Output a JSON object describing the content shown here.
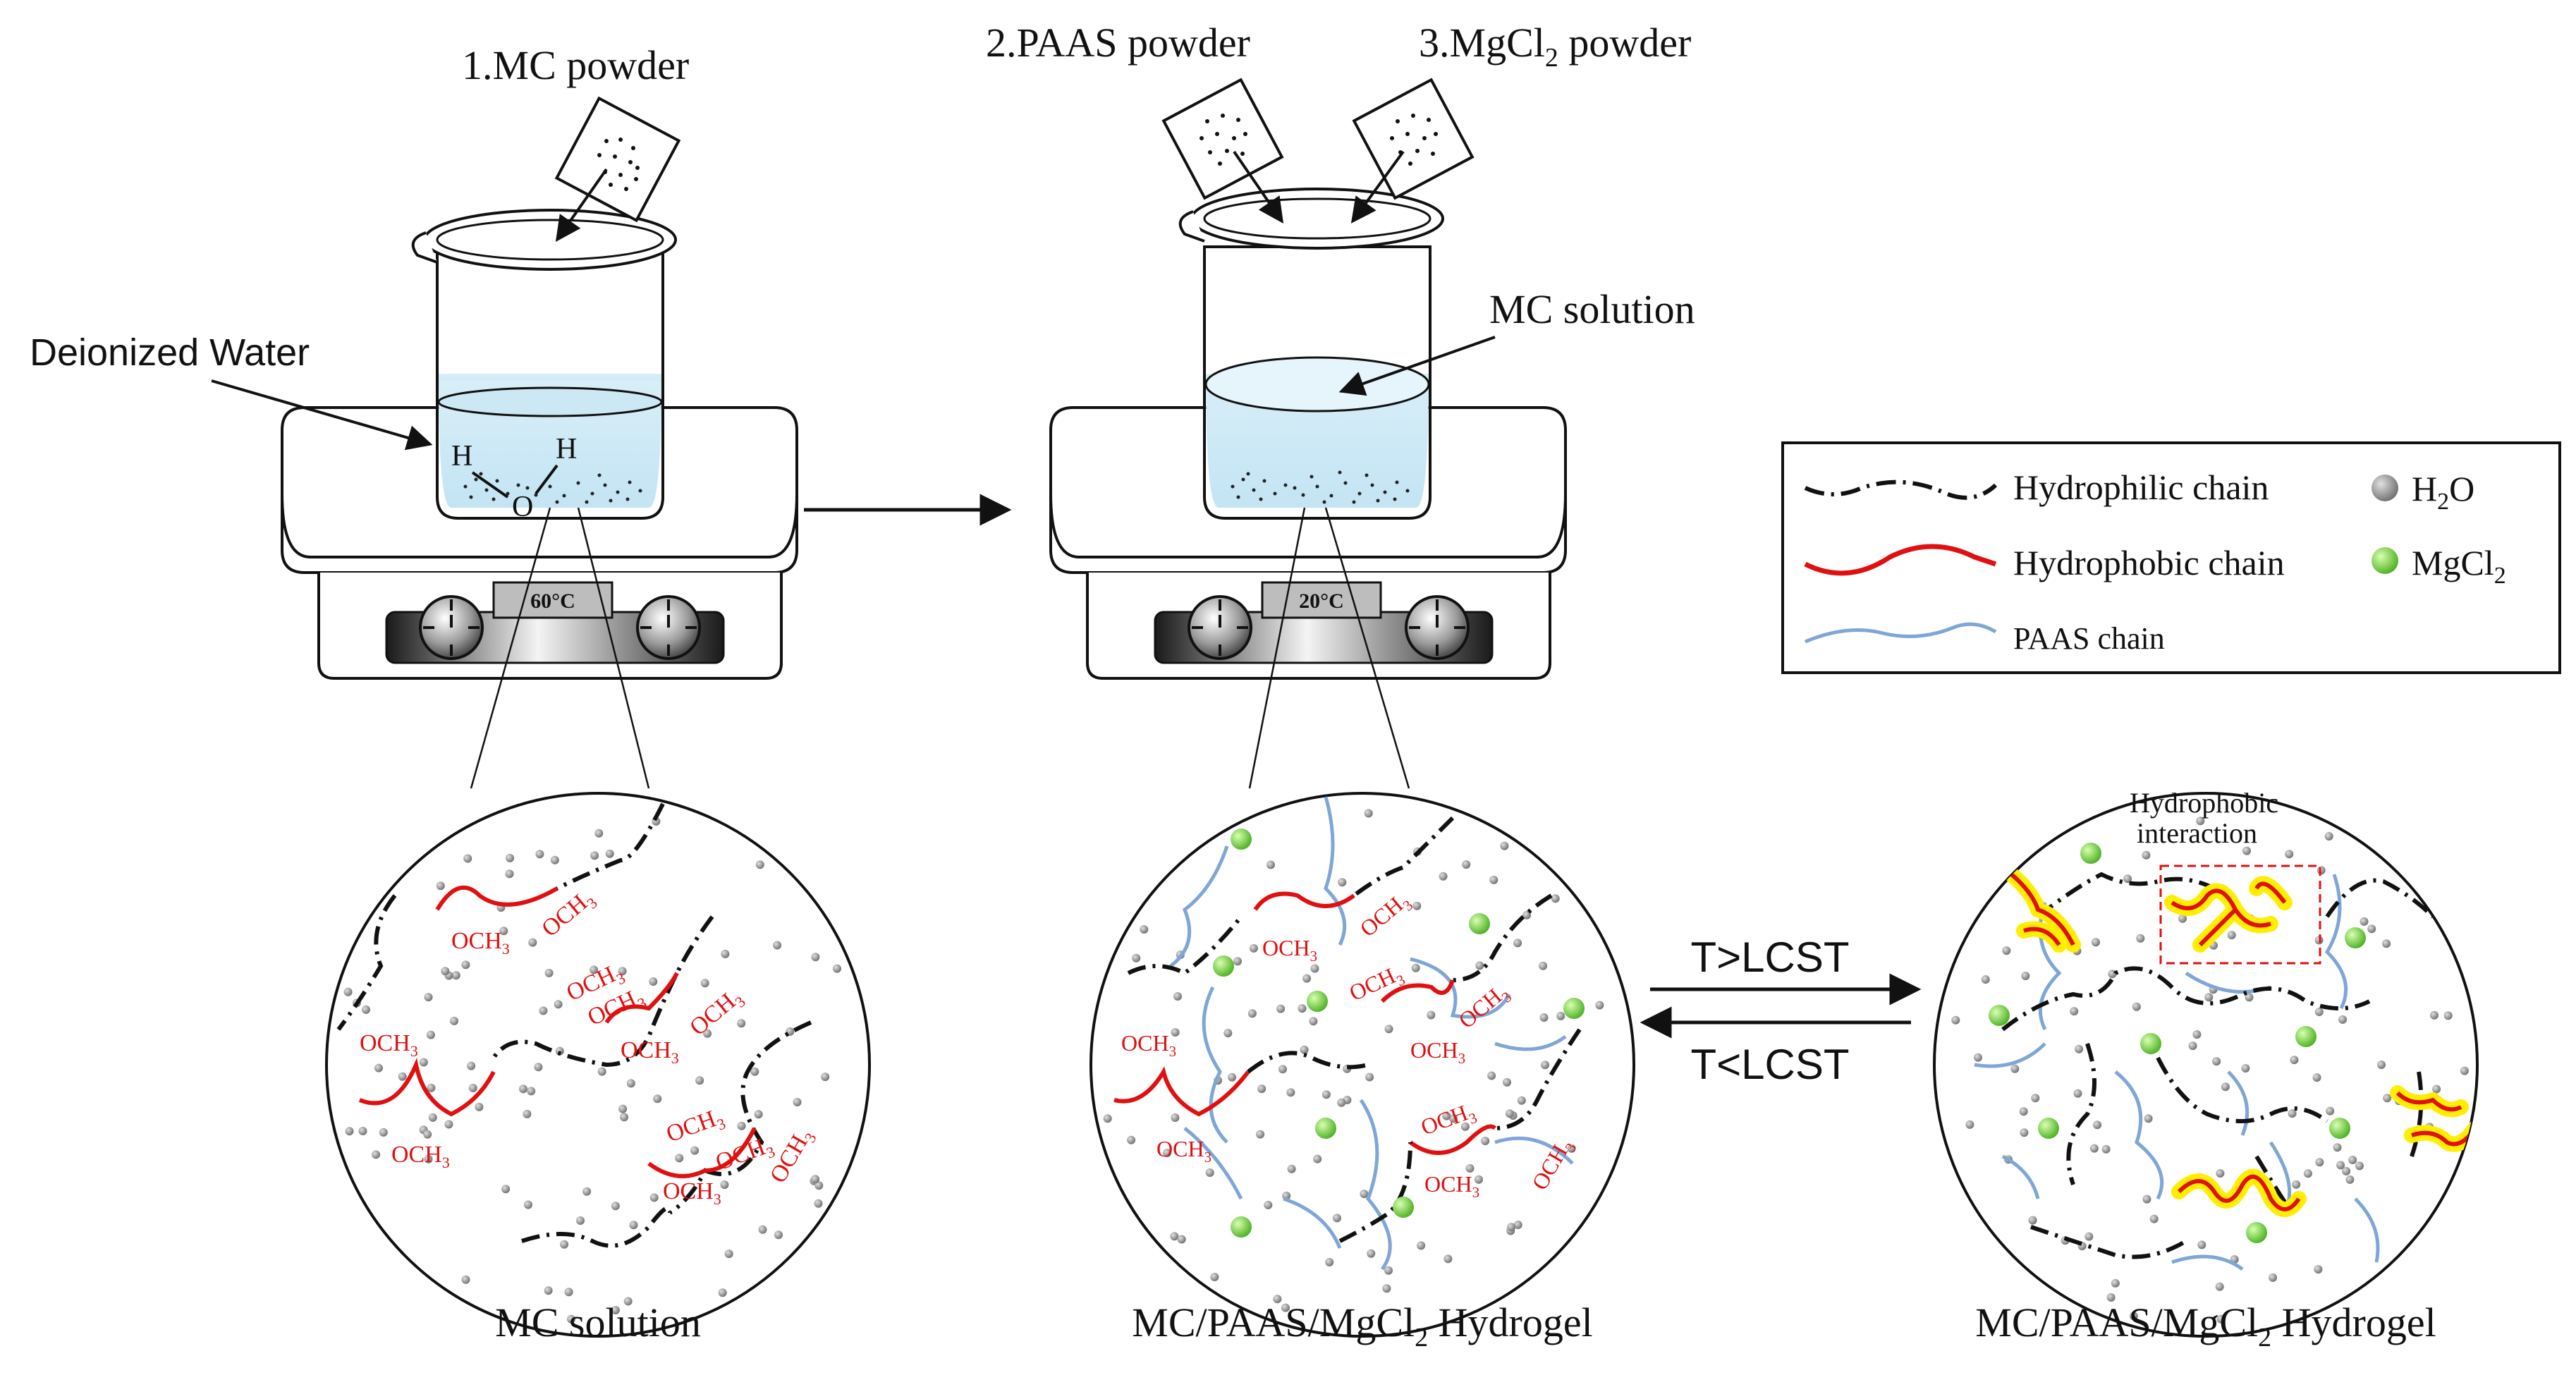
{
  "steps": {
    "mc_powder": "1.MC powder",
    "paas_powder": "2.PAAS powder",
    "mgcl2_prefix": "3.MgCl",
    "mgcl2_sub": "2",
    "mgcl2_suffix": " powder"
  },
  "beaker1": {
    "water_label": "Deionized Water",
    "h_left": "H",
    "h_right": "H",
    "o": "O",
    "temperature": "60°C"
  },
  "beaker2": {
    "solution_label": "MC solution",
    "temperature": "20°C"
  },
  "legend": {
    "hydrophilic": "Hydrophilic chain",
    "hydrophobic": "Hydrophobic chain",
    "paas": "PAAS chain",
    "h2o_a": "H",
    "h2o_sub": "2",
    "h2o_b": "O",
    "mgcl2_a": "MgCl",
    "mgcl2_sub": "2",
    "colors": {
      "hydrophilic": "#111111",
      "hydrophobic": "#e01010",
      "paas": "#7fa6d6",
      "h2o": "#8a8a8a",
      "mgcl2": "#6ccf3a",
      "highlight": "#ffee00"
    }
  },
  "circles": {
    "och3_prefix": "OCH",
    "och3_sub": "3",
    "hydrophobic_interaction_1": "Hydrophobic",
    "hydrophobic_interaction_2": "interaction"
  },
  "transition": {
    "above": "T>LCST",
    "below": "T<LCST"
  },
  "captions": {
    "left": "MC solution",
    "middle_a": "MC/PAAS/MgCl",
    "middle_sub": "2",
    "middle_b": " Hydrogel",
    "right_a": "MC/PAAS/MgCl",
    "right_sub": "2",
    "right_b": " Hydrogel"
  }
}
